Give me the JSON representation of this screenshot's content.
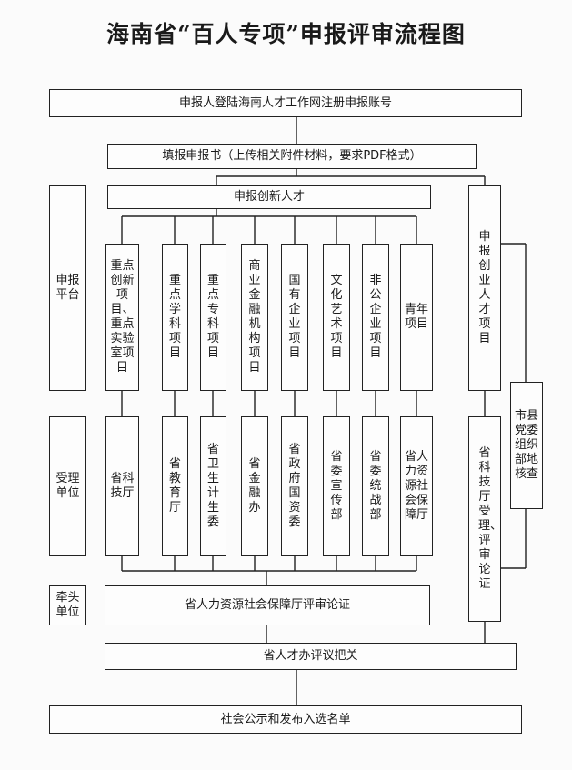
{
  "title": "海南省“百人专项”申报评审流程图",
  "steps": {
    "register": "申报人登陆海南人才工作网注册申报账号",
    "fill": "填报申报书（上传相关附件材料，要求PDF格式）",
    "innovation": "申报创新人才",
    "entrepreneur": "申报创业人才项目",
    "county_check": "市县党委组织部地核查",
    "sci_review": "省科技厅受理、评审论证",
    "hr_review": "省人力资源社会保障厅评审论证",
    "talent_office": "省人才办评议把关",
    "publish": "社会公示和发布入选名单"
  },
  "side_labels": {
    "platform": "申报平台",
    "accept": "受理单位",
    "lead": "牵头单位"
  },
  "categories": [
    "重点创新项目、重点实验室项目",
    "重点学科项目",
    "重点专科项目",
    "商业金融机构项目",
    "国有企业项目",
    "文化艺术项目",
    "非公企业项目",
    "青年项目"
  ],
  "departments": [
    "省科技厅",
    "省教育厅",
    "省卫生计生委",
    "省金融办",
    "省政府国资委",
    "省委宣传部",
    "省委统战部",
    "省人力资源社会保障厅"
  ]
}
